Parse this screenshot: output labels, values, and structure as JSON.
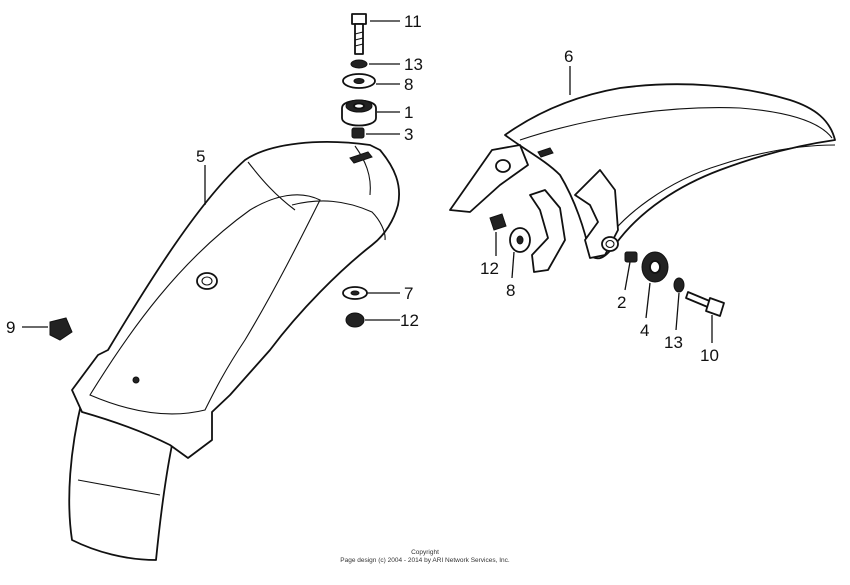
{
  "callouts": {
    "c1": "1",
    "c2": "2",
    "c3": "3",
    "c4": "4",
    "c5": "5",
    "c6": "6",
    "c7": "7",
    "c8a": "8",
    "c8b": "8",
    "c9": "9",
    "c10": "10",
    "c11": "11",
    "c12a": "12",
    "c12b": "12",
    "c13a": "13",
    "c13b": "13"
  },
  "footer": {
    "line1": "Copyright",
    "line2": "Page design (c) 2004 - 2014 by ARI Network Services, Inc."
  }
}
